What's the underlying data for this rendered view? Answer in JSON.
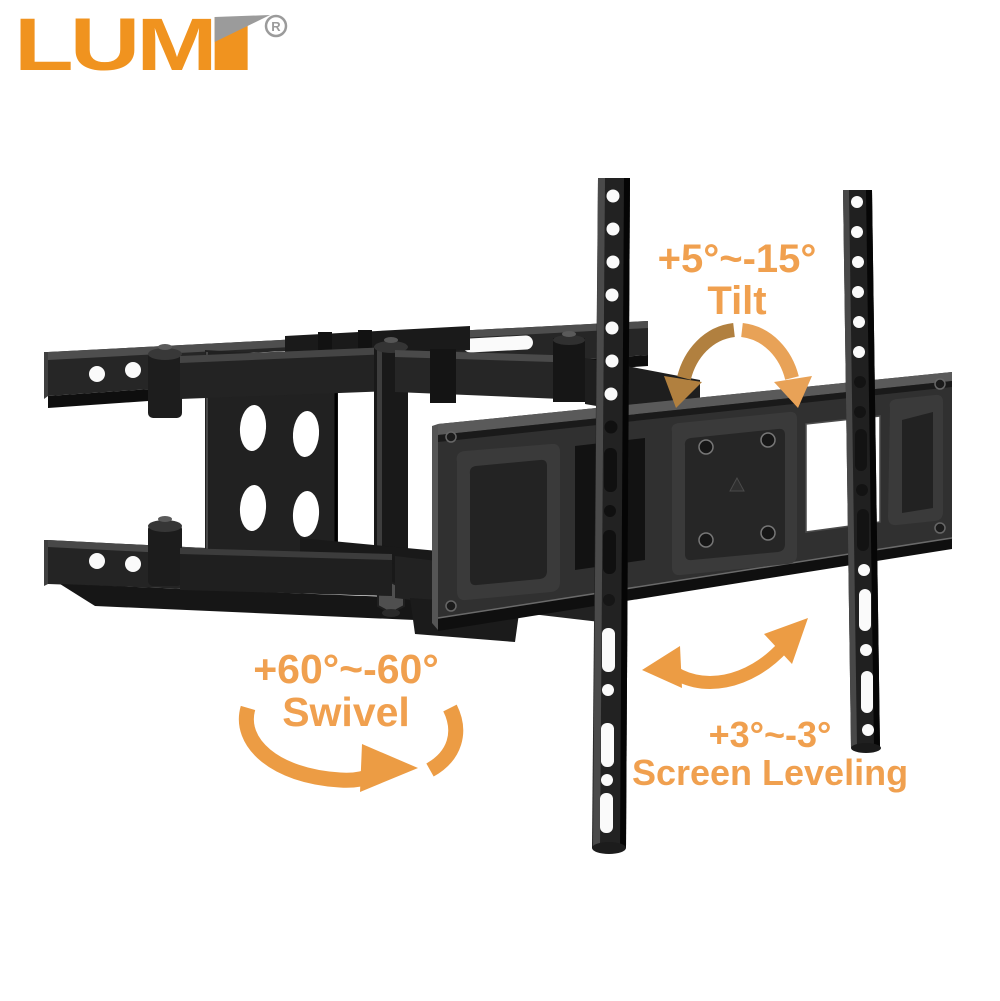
{
  "background_color": "#ffffff",
  "brand": {
    "logo_text": "LUM",
    "logo_i": "I",
    "registered_mark": "R"
  },
  "colors": {
    "logo_orange": "#F0931F",
    "logo_gray": "#9B9B9B",
    "annotation_orange": "#F0A04F",
    "arrow_orange": "#EC9C44",
    "arrow_dark_orange": "#B1803F",
    "metal_dark": "#1C1C1C",
    "metal_mid": "#2F2F2F",
    "metal_light": "#585858"
  },
  "annotations": {
    "tilt": {
      "range": "+5°~-15°",
      "label": "Tilt"
    },
    "swivel": {
      "range": "+60°~-60°",
      "label": "Swivel"
    },
    "leveling": {
      "range": "+3°~-3°",
      "label": "Screen Leveling"
    }
  }
}
